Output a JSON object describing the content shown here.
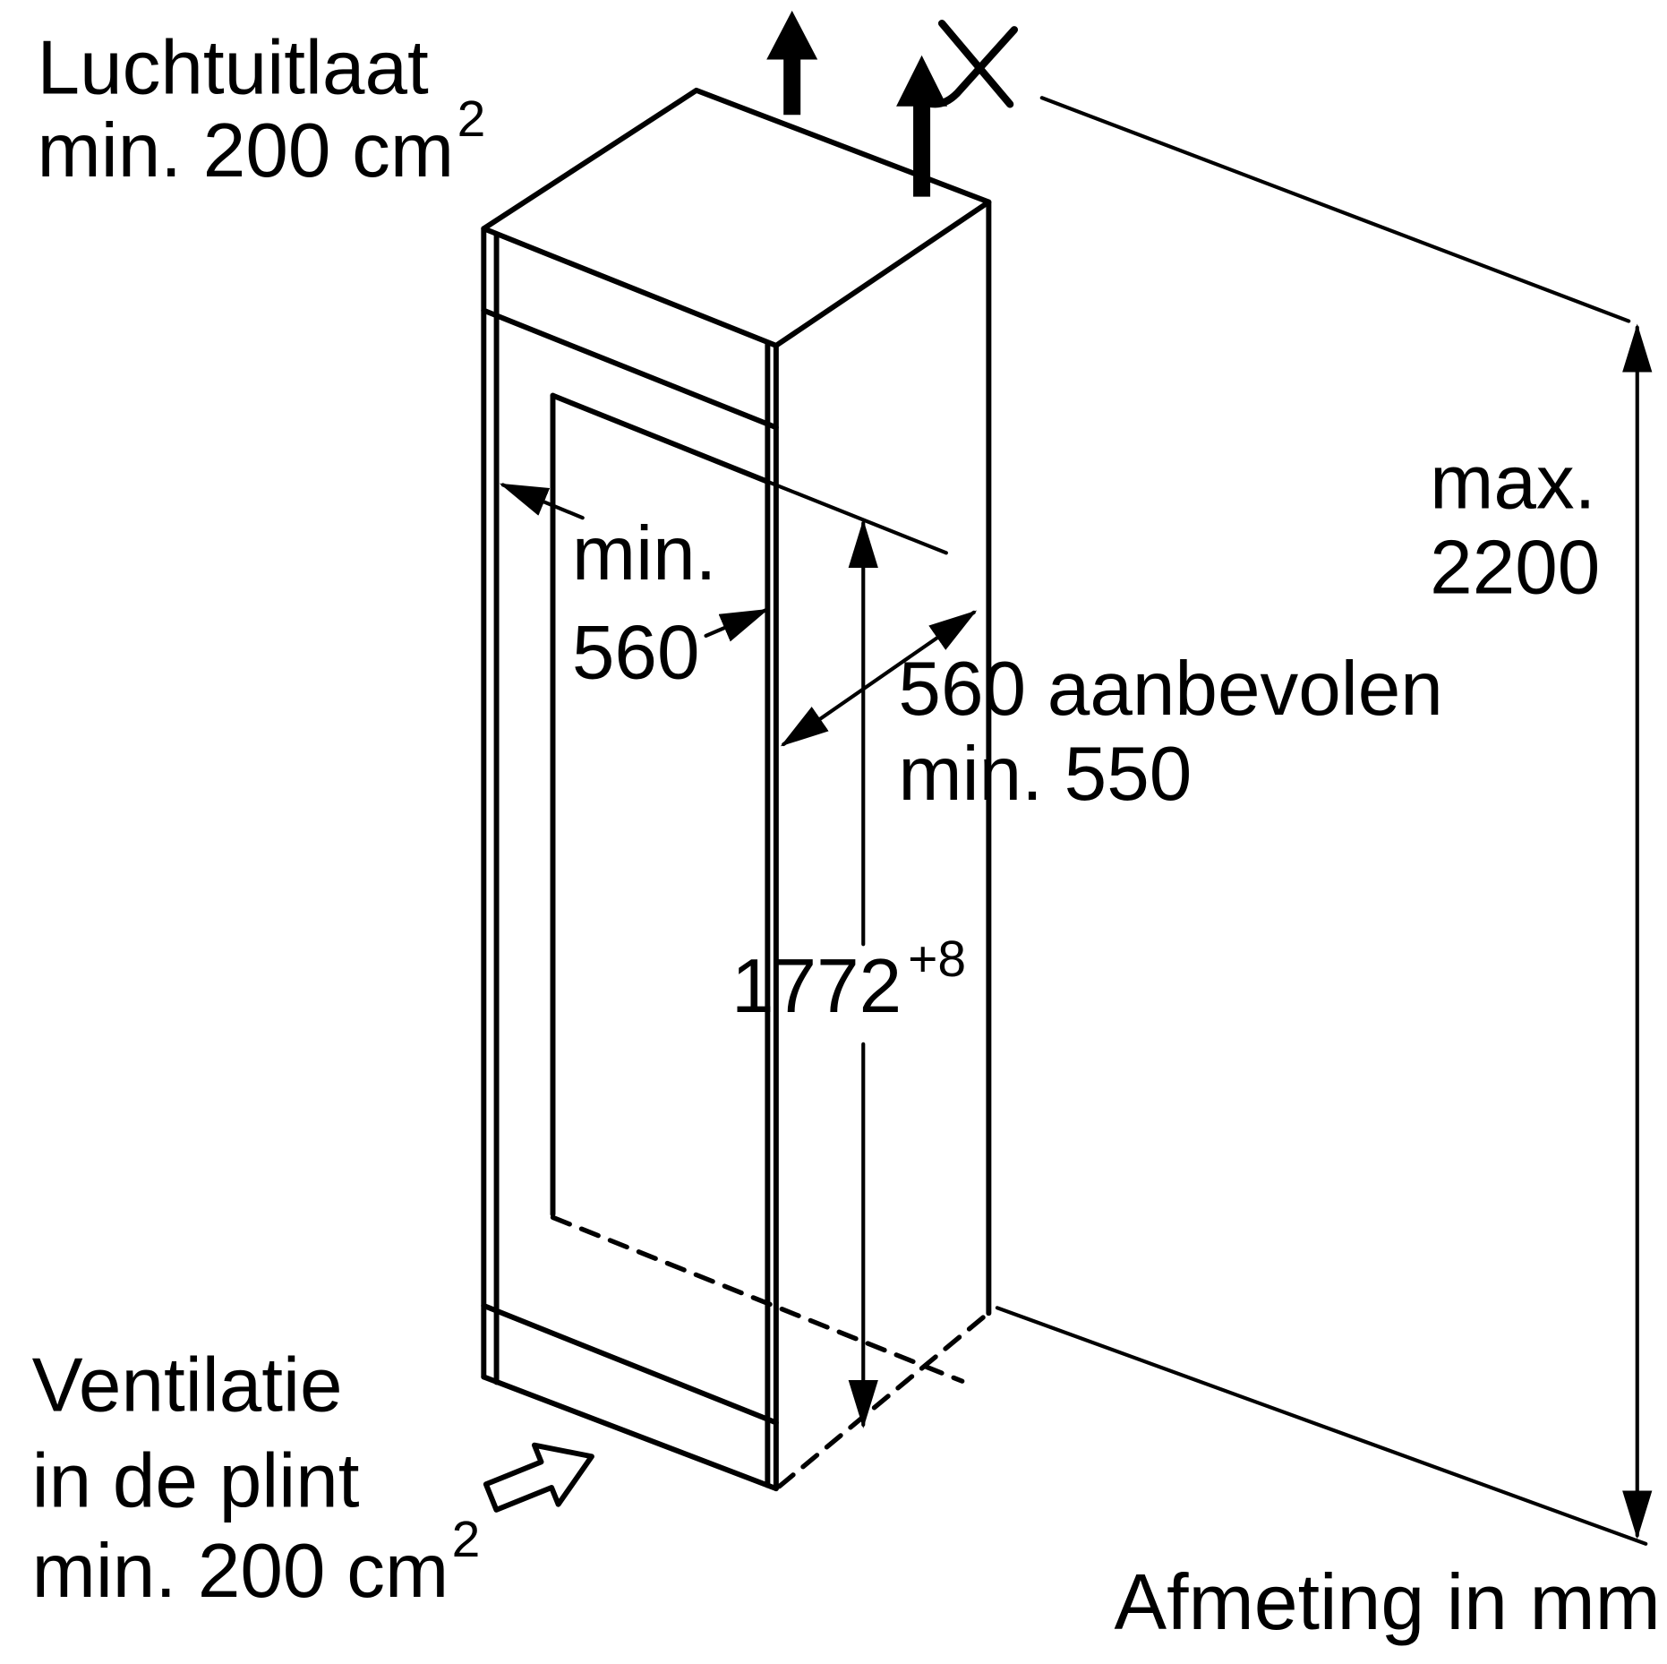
{
  "diagram": {
    "kind": "built-in appliance niche installation drawing",
    "colors": {
      "line": "#000000",
      "background": "#ffffff"
    },
    "air_outlet": {
      "line1": "Luchtuitlaat",
      "line2": "min. 200 cm",
      "sup": "2"
    },
    "niche_width": {
      "line1": "min.",
      "line2": "560"
    },
    "niche_depth": {
      "line1": "560 aanbevolen",
      "line2": "min. 550"
    },
    "niche_height": {
      "value": "1772",
      "tolerance": "+8"
    },
    "max_height": {
      "line1": "max.",
      "line2": "2200"
    },
    "plinth_ventilation": {
      "line1": "Ventilatie",
      "line2": "in de plint",
      "line3": "min. 200 cm",
      "sup": "2"
    },
    "unit_note": "Afmeting in mm"
  }
}
